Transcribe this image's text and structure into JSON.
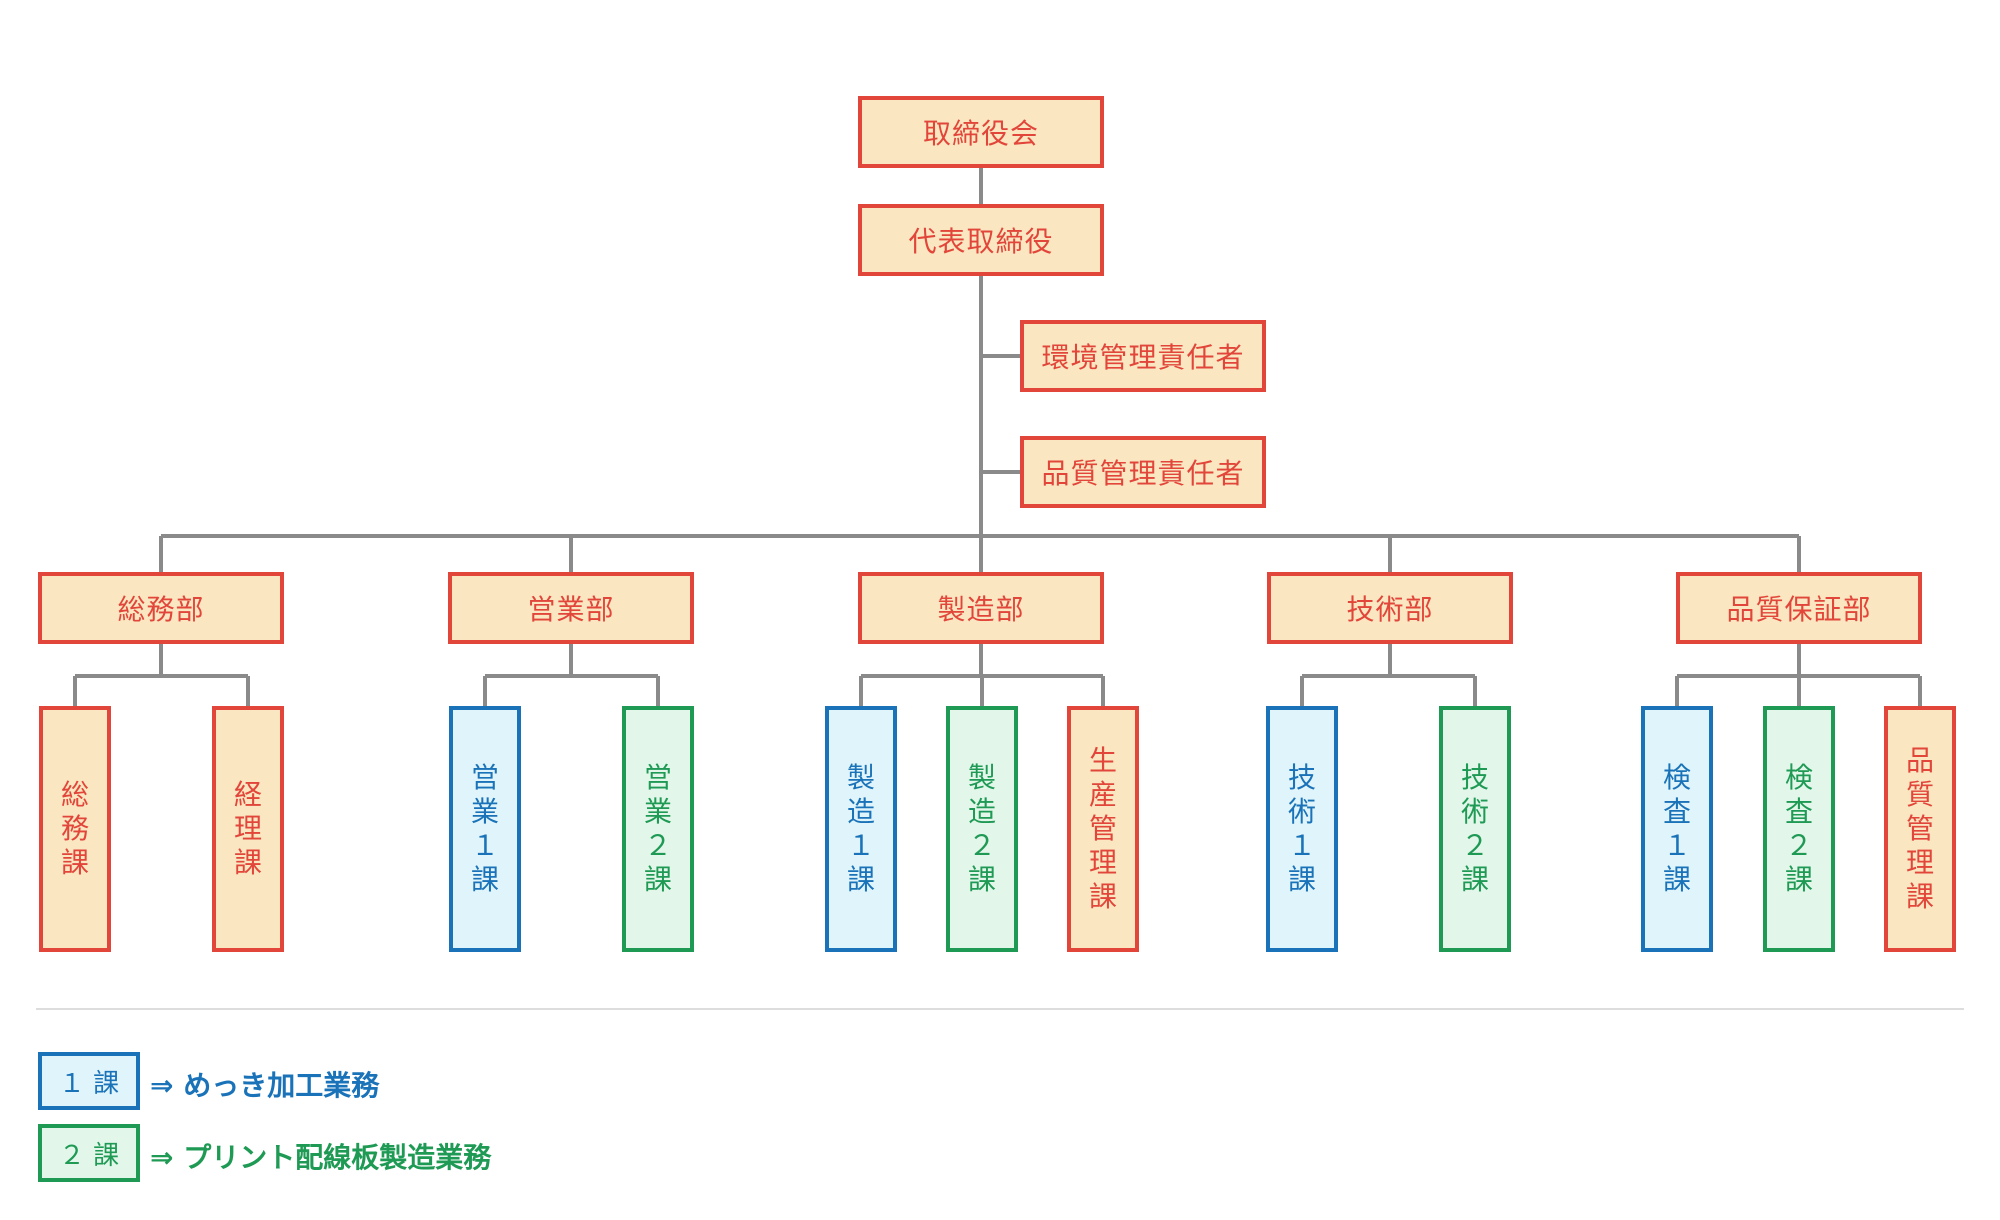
{
  "colors": {
    "red_border": "#e2453a",
    "red_fill": "#fae6c0",
    "blue_border": "#1a73b8",
    "blue_fill": "#e0f4fb",
    "green_border": "#1f9a55",
    "green_fill": "#e2f6ea",
    "connector": "#8a8a8a"
  },
  "top": {
    "board": "取締役会",
    "president": "代表取締役",
    "env_manager": "環境管理責任者",
    "quality_manager": "品質管理責任者"
  },
  "departments": [
    {
      "name": "総務部",
      "sections": [
        {
          "label": "総\n務\n課",
          "style": "red"
        },
        {
          "label": "経\n理\n課",
          "style": "red"
        }
      ]
    },
    {
      "name": "営業部",
      "sections": [
        {
          "label": "営\n業\n１\n課",
          "style": "blue"
        },
        {
          "label": "営\n業\n２\n課",
          "style": "green"
        }
      ]
    },
    {
      "name": "製造部",
      "sections": [
        {
          "label": "製\n造\n１\n課",
          "style": "blue"
        },
        {
          "label": "製\n造\n２\n課",
          "style": "green"
        },
        {
          "label": "生\n産\n管\n理\n課",
          "style": "red"
        }
      ]
    },
    {
      "name": "技術部",
      "sections": [
        {
          "label": "技\n術\n１\n課",
          "style": "blue"
        },
        {
          "label": "技\n術\n２\n課",
          "style": "green"
        }
      ]
    },
    {
      "name": "品質保証部",
      "sections": [
        {
          "label": "検\n査\n１\n課",
          "style": "blue"
        },
        {
          "label": "検\n査\n２\n課",
          "style": "green"
        },
        {
          "label": "品\n質\n管\n理\n課",
          "style": "red"
        }
      ]
    }
  ],
  "legend": [
    {
      "key": "１ 課",
      "text": "⇒ めっき加工業務",
      "style": "blue"
    },
    {
      "key": "２ 課",
      "text": "⇒ プリント配線板製造業務",
      "style": "green"
    }
  ]
}
